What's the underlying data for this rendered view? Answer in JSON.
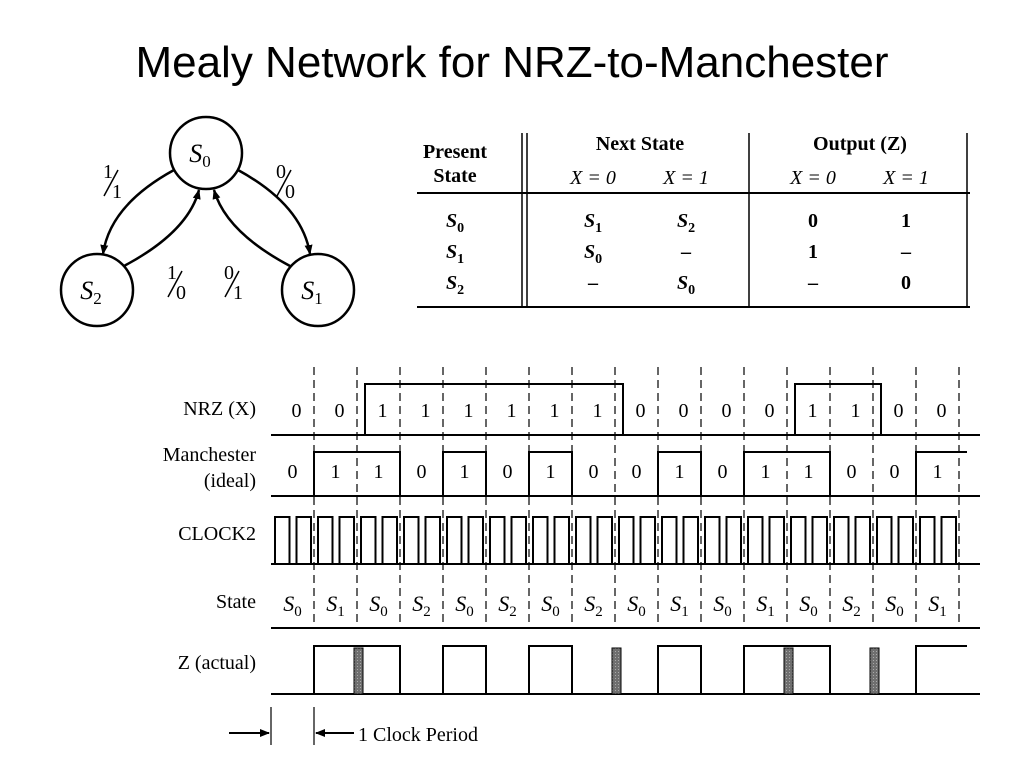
{
  "title": "Mealy Network for NRZ-to-Manchester",
  "state_diagram": {
    "states": [
      {
        "id": "S0",
        "base": "S",
        "sub": "0"
      },
      {
        "id": "S1",
        "base": "S",
        "sub": "1"
      },
      {
        "id": "S2",
        "base": "S",
        "sub": "2"
      }
    ],
    "transitions": [
      {
        "from": "S0",
        "to": "S2",
        "input": "1",
        "output": "1"
      },
      {
        "from": "S2",
        "to": "S0",
        "input": "1",
        "output": "0"
      },
      {
        "from": "S0",
        "to": "S1",
        "input": "0",
        "output": "0"
      },
      {
        "from": "S1",
        "to": "S0",
        "input": "0",
        "output": "1"
      }
    ]
  },
  "state_table": {
    "header_present": [
      "Present",
      "State"
    ],
    "header_next": "Next State",
    "header_output": "Output (Z)",
    "sub_headers": [
      "X = 0",
      "X = 1",
      "X = 0",
      "X = 1"
    ],
    "rows": [
      {
        "present": [
          "S",
          "0"
        ],
        "next0": [
          "S",
          "1"
        ],
        "next1": [
          "S",
          "2"
        ],
        "out0": "0",
        "out1": "1"
      },
      {
        "present": [
          "S",
          "1"
        ],
        "next0": [
          "S",
          "0"
        ],
        "next1": [
          "–",
          ""
        ],
        "out0": "1",
        "out1": "–"
      },
      {
        "present": [
          "S",
          "2"
        ],
        "next0": [
          "–",
          ""
        ],
        "next1": [
          "S",
          "0"
        ],
        "out0": "–",
        "out1": "0"
      }
    ]
  },
  "timing": {
    "labels": {
      "nrz": "NRZ (X)",
      "manchester_1": "Manchester",
      "manchester_2": "(ideal)",
      "clock": "CLOCK2",
      "state": "State",
      "z": "Z (actual)"
    },
    "nrz_bits": [
      "0",
      "0",
      "1",
      "1",
      "1",
      "1",
      "1",
      "1",
      "0",
      "0",
      "0",
      "0",
      "1",
      "1",
      "0",
      "0"
    ],
    "manchester_bits": [
      "0",
      "1",
      "1",
      "0",
      "1",
      "0",
      "1",
      "0",
      "0",
      "1",
      "0",
      "1",
      "1",
      "0",
      "0",
      "1"
    ],
    "states": [
      "S0",
      "S1",
      "S0",
      "S2",
      "S0",
      "S2",
      "S0",
      "S2",
      "S0",
      "S1",
      "S0",
      "S1",
      "S0",
      "S2",
      "S0",
      "S1"
    ],
    "z_actual": [
      "0",
      "1",
      "1",
      "0",
      "1",
      "0",
      "1",
      "0",
      "0",
      "1",
      "0",
      "1",
      "1",
      "0",
      "0",
      "1"
    ],
    "glitch_after_period": [
      2,
      8,
      12,
      14
    ],
    "clock_period_label": "1 Clock Period"
  }
}
